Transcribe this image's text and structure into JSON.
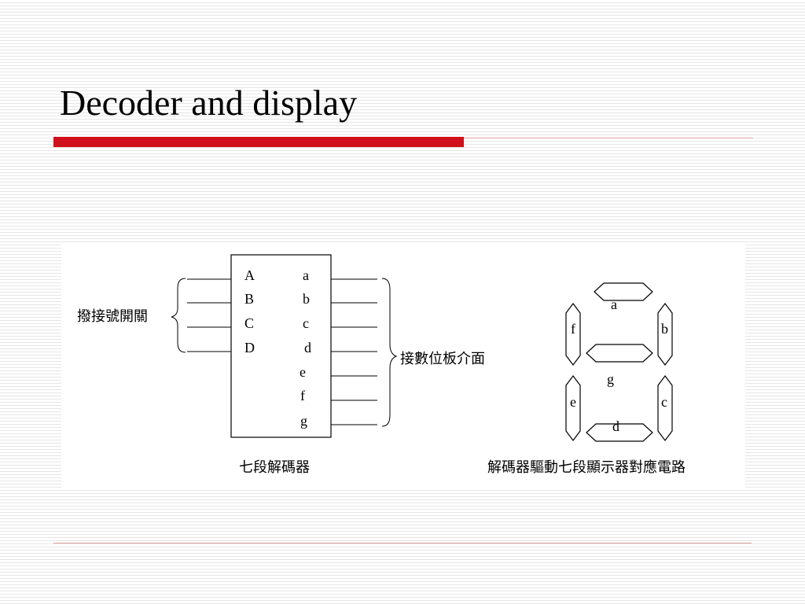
{
  "slide": {
    "title": "Decoder and display",
    "accent_color": "#d0101a",
    "rule_color": "#e0a0a0"
  },
  "decoder_diagram": {
    "inputs": [
      "A",
      "B",
      "C",
      "D"
    ],
    "outputs": [
      "a",
      "b",
      "c",
      "d",
      "e",
      "f",
      "g"
    ],
    "input_label": "撥接號開關",
    "output_label": "接數位板介面",
    "caption": "七段解碼器"
  },
  "display_diagram": {
    "segments": [
      "a",
      "b",
      "c",
      "d",
      "e",
      "f",
      "g"
    ],
    "caption": "解碼器驅動七段顯示器對應電路"
  }
}
